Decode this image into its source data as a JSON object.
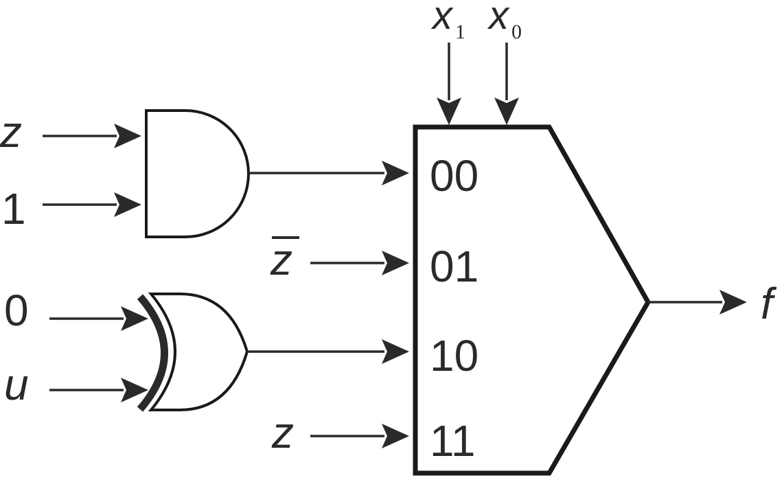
{
  "inputs": {
    "and_top": "z",
    "and_bottom": "1",
    "xor_top": "0",
    "xor_bottom": "u"
  },
  "mux": {
    "select_high": {
      "var": "x",
      "sub": "1"
    },
    "select_low": {
      "var": "x",
      "sub": "0"
    },
    "ports": [
      "00",
      "01",
      "10",
      "11"
    ],
    "input_01": "z",
    "input_11": "z"
  },
  "output": "f"
}
